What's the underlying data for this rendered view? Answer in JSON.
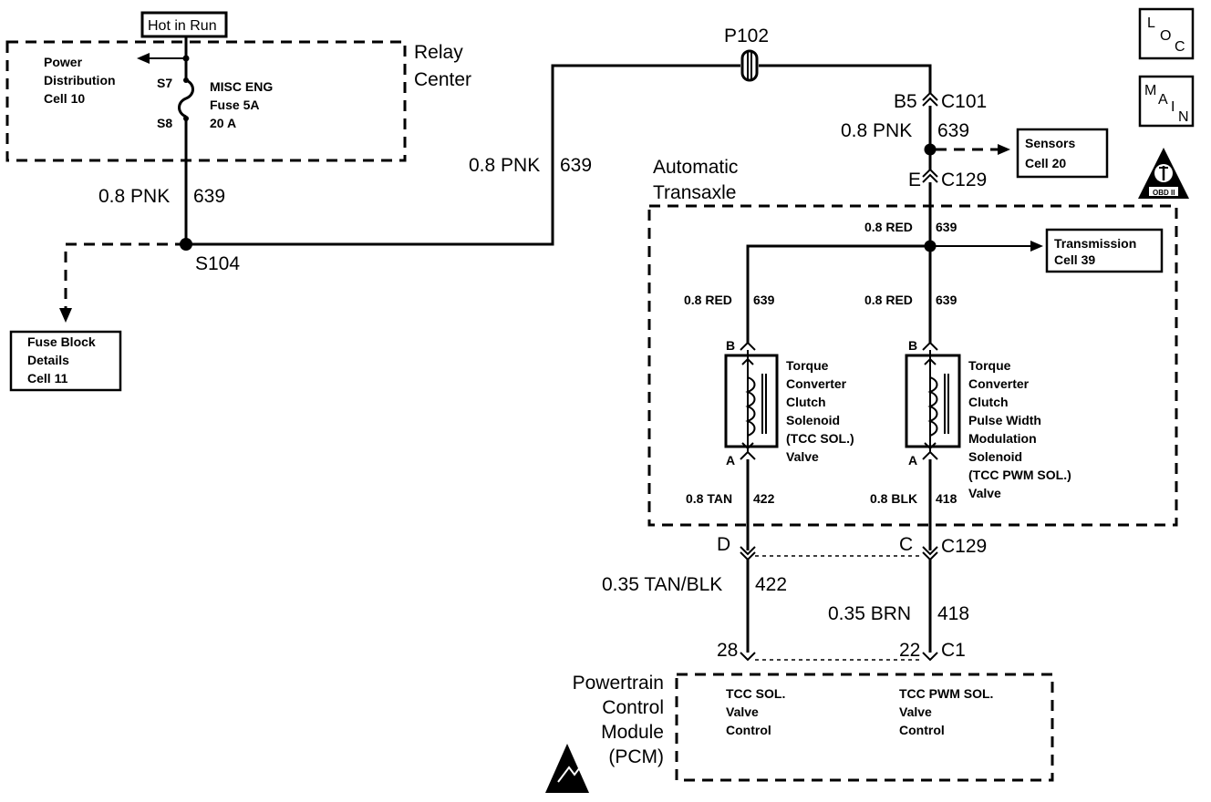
{
  "header": {
    "hot_in_run": "Hot in Run"
  },
  "relay_center": {
    "title_line1": "Relay",
    "title_line2": "Center",
    "power_dist_line1": "Power",
    "power_dist_line2": "Distribution",
    "power_dist_line3": "Cell 10",
    "s7": "S7",
    "s8": "S8",
    "fuse_line1": "MISC ENG",
    "fuse_line2": "Fuse 5A",
    "fuse_line3": "20 A"
  },
  "wires": {
    "pnk_left_size": "0.8 PNK",
    "pnk_left_circuit": "639",
    "pnk_mid_size": "0.8 PNK",
    "pnk_mid_circuit": "639",
    "pnk_right_size": "0.8 PNK",
    "pnk_right_circuit": "639",
    "red_top_size": "0.8 RED",
    "red_top_circuit": "639",
    "red_left_size": "0.8 RED",
    "red_left_circuit": "639",
    "red_right_size": "0.8 RED",
    "red_right_circuit": "639",
    "tan_size": "0.8 TAN",
    "tan_circuit": "422",
    "blk_size": "0.8 BLK",
    "blk_circuit": "418",
    "tanblk_size": "0.35 TAN/BLK",
    "tanblk_circuit": "422",
    "brn_size": "0.35 BRN",
    "brn_circuit": "418"
  },
  "splices": {
    "s104": "S104"
  },
  "connectors": {
    "p102": "P102",
    "b5": "B5",
    "c101": "C101",
    "e": "E",
    "c129_top": "C129",
    "d": "D",
    "c": "C",
    "c129_bottom": "C129",
    "pin28": "28",
    "pin22": "22",
    "c1": "C1",
    "sol1_b": "B",
    "sol1_a": "A",
    "sol2_b": "B",
    "sol2_a": "A"
  },
  "references": {
    "fuse_block_line1": "Fuse Block",
    "fuse_block_line2": "Details",
    "fuse_block_line3": "Cell 11",
    "sensors_line1": "Sensors",
    "sensors_line2": "Cell 20",
    "transmission_line1": "Transmission",
    "transmission_line2": "Cell 39"
  },
  "transaxle": {
    "title_line1": "Automatic",
    "title_line2": "Transaxle",
    "tcc_sol_lines": [
      "Torque",
      "Converter",
      "Clutch",
      "Solenoid",
      "(TCC SOL.)",
      "Valve"
    ],
    "tcc_pwm_lines": [
      "Torque",
      "Converter",
      "Clutch",
      "Pulse Width",
      "Modulation",
      "Solenoid",
      "(TCC PWM SOL.)",
      "Valve"
    ]
  },
  "pcm": {
    "title_lines": [
      "Powertrain",
      "Control",
      "Module",
      "(PCM)"
    ],
    "tcc_sol_lines": [
      "TCC SOL.",
      "Valve",
      "Control"
    ],
    "tcc_pwm_lines": [
      "TCC PWM SOL.",
      "Valve",
      "Control"
    ]
  },
  "icons": {
    "loc_l": "L",
    "loc_o": "O",
    "loc_c": "C",
    "main_m": "M",
    "main_a": "A",
    "main_i": "I",
    "main_n": "N",
    "obd_label": "OBD II"
  },
  "icon_names": [
    "loc-icon",
    "main-icon",
    "obd-ii-icon",
    "esd-warning-icon"
  ]
}
